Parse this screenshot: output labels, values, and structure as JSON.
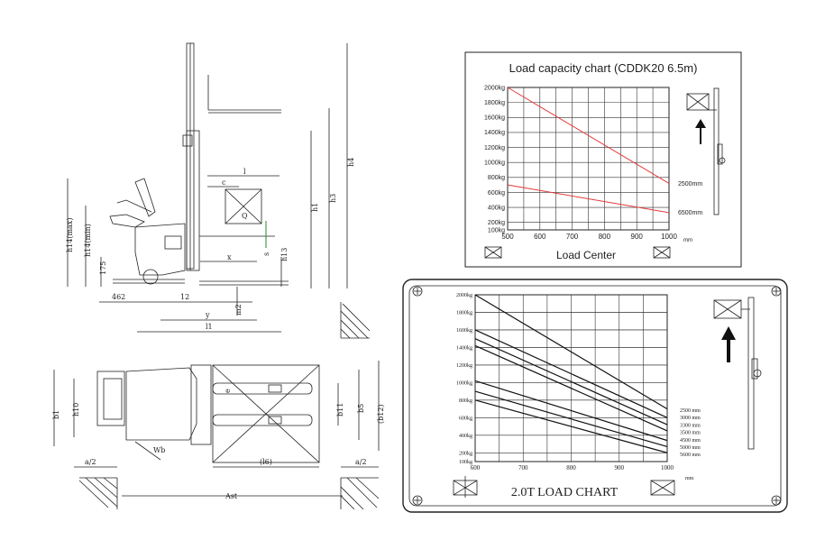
{
  "drawings": {
    "side_view_labels": [
      "h4",
      "h3",
      "h1",
      "h14(max)",
      "h14(min)",
      "175",
      "h13",
      "s",
      "l",
      "c",
      "Q",
      "x",
      "462",
      "12",
      "m2",
      "y",
      "l1"
    ],
    "top_view_labels": [
      "b1",
      "h10",
      "e",
      "b11",
      "b5",
      "(b12)",
      "Wb",
      "a/2",
      "(l6)",
      "a/2",
      "Ast"
    ]
  },
  "chart_data": [
    {
      "type": "line",
      "title": "Load capacity chart (CDDK20 6.5m)",
      "xlabel": "Load Center",
      "x_unit": "mm",
      "x_ticks": [
        500,
        600,
        700,
        800,
        900,
        1000
      ],
      "y_ticks": [
        "100kg",
        "200kg",
        "400kg",
        "600kg",
        "800kg",
        "1000kg",
        "1200kg",
        "1400kg",
        "1600kg",
        "1800kg",
        "2000kg"
      ],
      "xlim": [
        500,
        1000
      ],
      "ylim": [
        100,
        2000
      ],
      "grid": true,
      "series": [
        {
          "name": "2500mm",
          "color": "#e23a3a",
          "x": [
            500,
            1000
          ],
          "y": [
            2000,
            720
          ]
        },
        {
          "name": "6500mm",
          "color": "#e23a3a",
          "x": [
            500,
            1000
          ],
          "y": [
            700,
            330
          ]
        }
      ]
    },
    {
      "type": "line",
      "title": "2.0T LOAD CHART",
      "x_ticks": [
        600,
        700,
        800,
        900,
        1000
      ],
      "x_unit": "mm",
      "y_ticks": [
        "100kg",
        "200kg",
        "400kg",
        "600kg",
        "800kg",
        "1000kg",
        "1200kg",
        "1400kg",
        "1600kg",
        "1800kg",
        "2000kg"
      ],
      "xlim": [
        600,
        1000
      ],
      "ylim": [
        100,
        2000
      ],
      "grid": true,
      "series": [
        {
          "name": "2500 mm",
          "x": [
            600,
            1000
          ],
          "y": [
            2000,
            700
          ]
        },
        {
          "name": "3000 mm",
          "x": [
            600,
            1000
          ],
          "y": [
            1600,
            600
          ]
        },
        {
          "name": "3300 mm",
          "x": [
            600,
            1000
          ],
          "y": [
            1500,
            520
          ]
        },
        {
          "name": "3500 mm",
          "x": [
            600,
            1000
          ],
          "y": [
            1420,
            450
          ]
        },
        {
          "name": "4500 mm",
          "x": [
            600,
            1000
          ],
          "y": [
            1020,
            340
          ]
        },
        {
          "name": "5000 mm",
          "x": [
            600,
            1000
          ],
          "y": [
            900,
            270
          ]
        },
        {
          "name": "5600 mm",
          "x": [
            600,
            1000
          ],
          "y": [
            800,
            200
          ]
        }
      ]
    }
  ]
}
